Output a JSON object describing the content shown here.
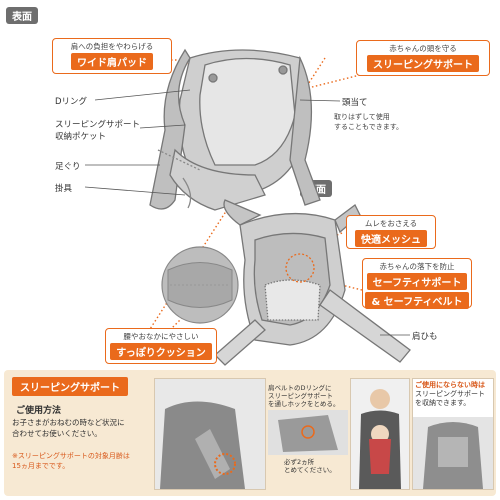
{
  "front_tag": "表面",
  "back_tag": "裏面",
  "callouts": {
    "wide_pad": {
      "sub": "肩への負担をやわらげる",
      "main": "ワイド肩パッド"
    },
    "sleep_support": {
      "sub": "赤ちゃんの頭を守る",
      "main": "スリーピングサポート"
    },
    "mesh": {
      "sub": "ムレをおさえる",
      "main": "快適メッシュ"
    },
    "safety": {
      "sub": "赤ちゃんの落下を防止",
      "main1": "セーフティサポート",
      "main2": "& セーフティベルト"
    },
    "cushion": {
      "sub": "腰やおなかにやさしい",
      "main": "すっぽりクッション"
    }
  },
  "labels": {
    "d_ring": "Dリング",
    "pocket_line1": "スリーピングサポート",
    "pocket_line2": "収納ポケット",
    "leg_hole": "足ぐり",
    "buckle": "掛具",
    "headrest": "頭当て",
    "headrest_note1": "取りはずして使用",
    "headrest_note2": "することもできます。",
    "strap": "肩ひも"
  },
  "bottom": {
    "title": "スリーピングサポート",
    "usage_head": "ご使用方法",
    "usage_line1": "お子さまがおねむの時など状況に",
    "usage_line2": "合わせてお使いください。",
    "note_line1": "※スリーピングサポートの対象月齢は",
    "note_line2": "15ヵ月までです。",
    "photo2_line1": "肩ベルトのDリングに",
    "photo2_line2": "スリーピングサポート",
    "photo2_line3": "を通しホックをとめる。",
    "photo2_line4": "必ず2ヵ所",
    "photo2_line5": "とめてください。",
    "photo4_line1": "ご使用にならない時は",
    "photo4_line2": "スリーピングサポート",
    "photo4_line3": "を収納できます。"
  },
  "colors": {
    "accent": "#ea6a1c",
    "panel": "#f7e9d3",
    "tag": "#6e6e6e"
  }
}
